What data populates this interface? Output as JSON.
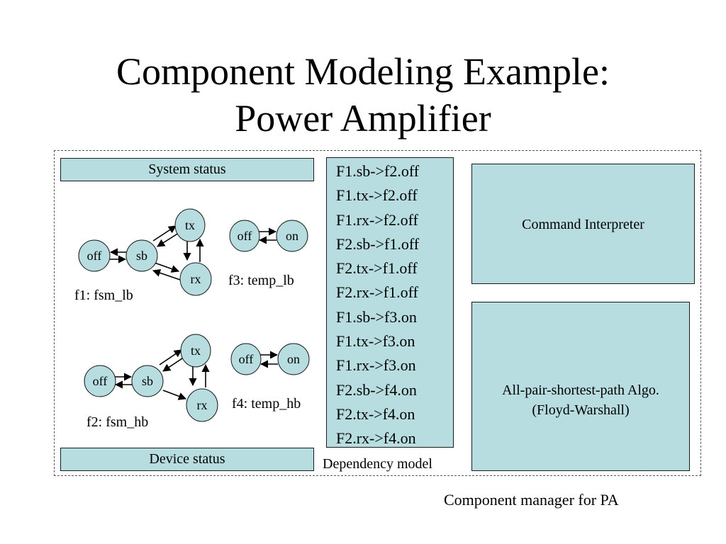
{
  "slide": {
    "title_line1": "Component Modeling Example:",
    "title_line2": "Power Amplifier"
  },
  "system_status_label": "System status",
  "device_status_label": "Device status",
  "fsms": [
    {
      "caption": "f1: fsm_lb",
      "states": [
        "off",
        "sb",
        "tx",
        "rx"
      ]
    },
    {
      "caption": "f2: fsm_hb",
      "states": [
        "off",
        "sb",
        "tx",
        "rx"
      ]
    },
    {
      "caption": "f3: temp_lb",
      "states": [
        "off",
        "on"
      ]
    },
    {
      "caption": "f4: temp_hb",
      "states": [
        "off",
        "on"
      ]
    }
  ],
  "dependencies": [
    "F1.sb->f2.off",
    "F1.tx->f2.off",
    "F1.rx->f2.off",
    "F2.sb->f1.off",
    "F2.tx->f1.off",
    "F2.rx->f1.off",
    "F1.sb->f3.on",
    "F1.tx->f3.on",
    "F1.rx->f3.on",
    "F2.sb->f4.on",
    "F2.tx->f4.on",
    "F2.rx->f4.on"
  ],
  "dependency_model_label": "Dependency model",
  "command_interpreter_label": "Command Interpreter",
  "algo_label_line1": "All-pair-shortest-path Algo.",
  "algo_label_line2": "(Floyd-Warshall)",
  "component_manager_label": "Component manager for PA",
  "colors": {
    "box_fill": "#b7dde0",
    "border": "#1a1a1a",
    "dashed_border": "#555555"
  }
}
